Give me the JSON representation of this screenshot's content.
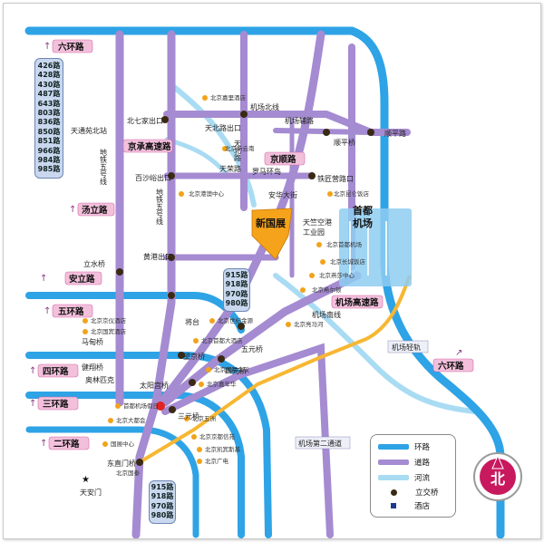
{
  "rings": {
    "sixth": "六环路",
    "sixth_east": "六环路",
    "fifth": "五环路",
    "fourth": "四环路",
    "third": "三环路",
    "second": "二环路"
  },
  "highways": {
    "jingcheng": "京承高速路",
    "jingshun": "京顺路",
    "airport": "机场高速路",
    "tangli": "汤立路",
    "anli": "安立路",
    "airport_second": "机场第二通道",
    "airport_light_rail": "机场轻轨"
  },
  "route_boxes": {
    "left_top": [
      "426路",
      "428路",
      "430路",
      "487路",
      "643路",
      "803路",
      "836路",
      "850路",
      "851路",
      "966路",
      "984路",
      "985路"
    ],
    "center": [
      "915路",
      "918路",
      "970路",
      "980路"
    ],
    "bottom": [
      "915路",
      "918路",
      "970路",
      "980路"
    ]
  },
  "places": {
    "exhibition": "新国展",
    "airport_line1": "首都",
    "airport_line2": "机场",
    "tiananmen": "天安门",
    "north_compass": "北"
  },
  "roads": {
    "airport_north_line": "机场北线",
    "tianbei_exit": "天北路出口",
    "tianbei_road": "天北路",
    "beiqijia_exit": "北七家出口",
    "tiantong_beiyuan": "天通苑北站",
    "metro_line5": "地铁五号线",
    "baimaxi_exit": "百沙峪出口",
    "metro_line5b": "地铁五号线",
    "tianyuan_road": "天荣路",
    "luoma_ring": "罗马环岛",
    "jiaoyuan_road": "机场辅路",
    "tieqie_bridge": "铁匠营路口",
    "anhua_bridge": "安华大街",
    "tianzhu_industry_1": "天竺空港",
    "tianzhu_industry_2": "工业园",
    "huanggang_exit": "黄港出口",
    "airport_east": "顺平路",
    "dongbaipu": "顺平桥",
    "liwu_road": "立水桥",
    "dongjing": "机场南线",
    "sanyuan": "三元桥",
    "taiyanggong": "太阳宫桥",
    "dongzhimen": "东直门桥",
    "wangjing": "望京桥",
    "siyuan": "四元桥",
    "wuyuan": "五元桥",
    "jiangtai": "将台",
    "airport_hotels": "北京首都机场",
    "jiangyanbei": "北京世纪金源",
    "maoye": "马甸桥",
    "jianxiang": "健翔桥",
    "beichen": "奥林匹克",
    "shenglong": "北京京仪酒店",
    "xiaoying": "北京国宾酒店",
    "hotel_a": "北京嘉里酒店",
    "hotel_b": "北京港澳中心",
    "hotel_c": "北京昆仑饭店",
    "hotel_d": "北京长城饭店",
    "hotel_e": "北京燕莎中心",
    "hotel_f": "北京希尔顿",
    "hotel_g": "北京亮马河",
    "hotel_h": "北京首都大酒店",
    "hotel_i": "北京国际会议",
    "hotel_j": "北京嘉年华",
    "hotel_k": "首都机场假日",
    "hotel_l": "北京大都会",
    "hotel_m": "国展中心",
    "hotel_n": "北京五洲",
    "hotel_o": "北京京都信苑",
    "hotel_p": "北京凯宾斯基",
    "hotel_q": "北京广电",
    "hotel_r": "北京新云南",
    "hotel_s": "北京国泰"
  },
  "legend": {
    "ring": "环路",
    "road": "道路",
    "river": "河流",
    "bridge": "立交桥",
    "hotel": "酒店"
  },
  "colors": {
    "ring_blue": "#2ea3e6",
    "road_purple": "#a58bd1",
    "river_light": "#a9dcf3",
    "airport_rail": "#f7b733",
    "exhibition": "#f5a31a",
    "airport_area": "#8ecdf1",
    "pink_label": "#f3c0dc",
    "compass_red": "#c8195f"
  }
}
